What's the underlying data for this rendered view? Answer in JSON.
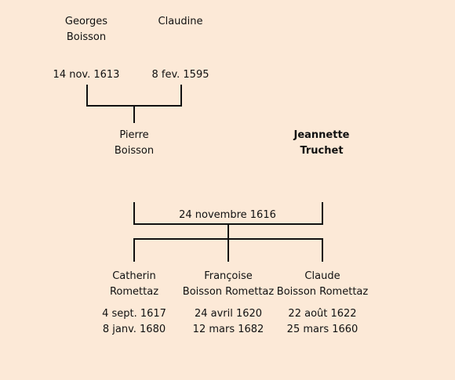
{
  "grandparents": {
    "father": {
      "first": "Georges",
      "last": "Boisson",
      "date": "14 nov. 1613"
    },
    "mother": {
      "first": "Claudine",
      "date": "8 fev. 1595"
    }
  },
  "couple": {
    "husband": {
      "first": "Pierre",
      "last": "Boisson"
    },
    "wife": {
      "first": "Jeannette",
      "last": "Truchet"
    },
    "marriage_date": "24 novembre 1616"
  },
  "children": [
    {
      "first": "Catherin",
      "last": "Romettaz",
      "birth": "4 sept. 1617",
      "death": "8 janv. 1680"
    },
    {
      "first": "Françoise",
      "last": "Boisson Romettaz",
      "birth": "24 avril 1620",
      "death": "12 mars 1682"
    },
    {
      "first": "Claude",
      "last": "Boisson Romettaz",
      "birth": "22 août 1622",
      "death": "25 mars 1660"
    }
  ]
}
